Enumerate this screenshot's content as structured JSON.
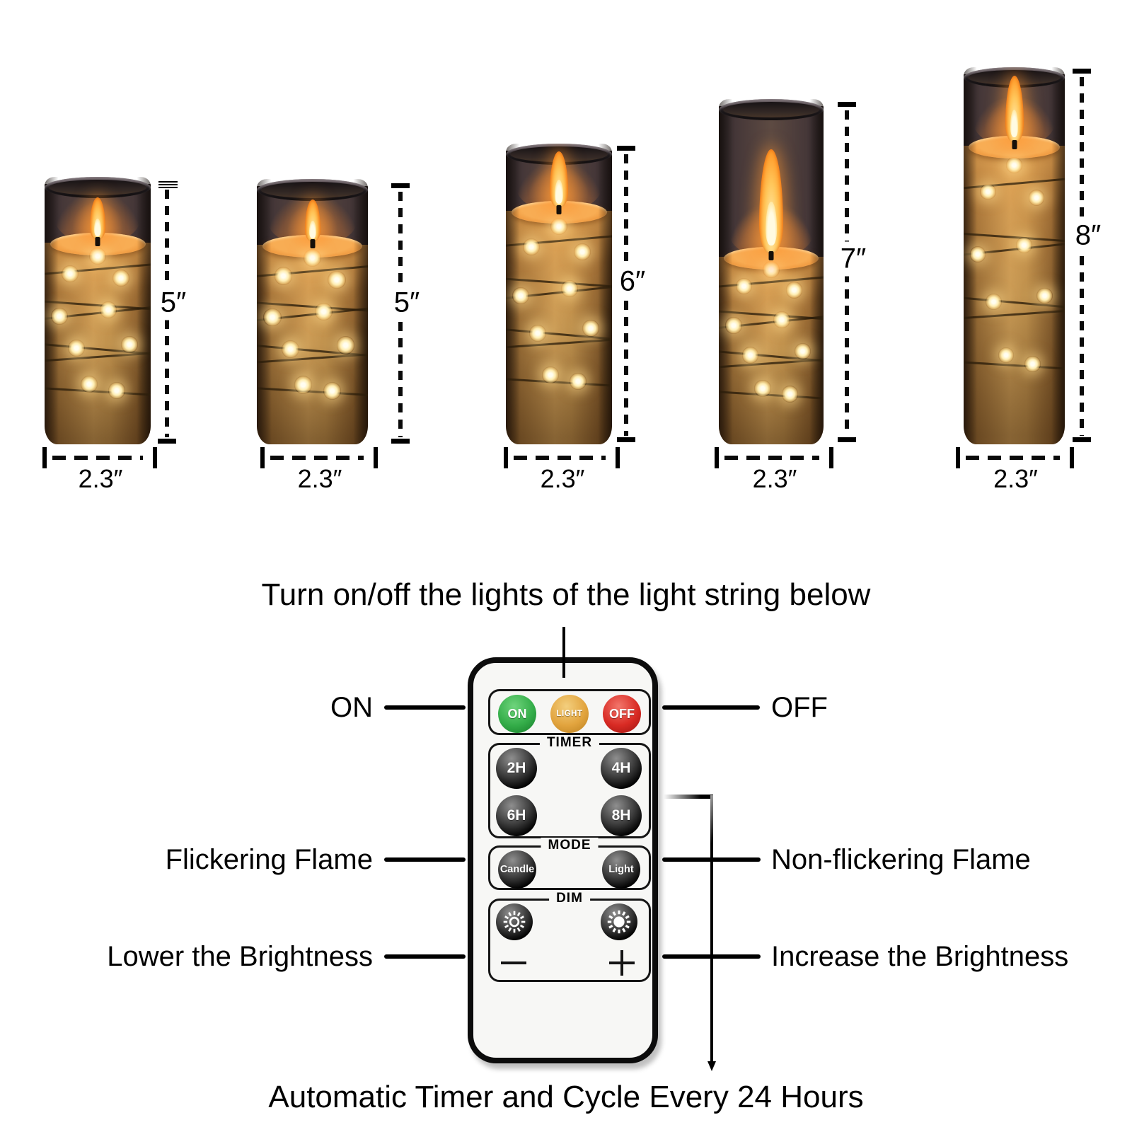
{
  "title": "Turn on/off the lights of the light string below",
  "footer_caption": "Automatic Timer and Cycle Every 24 Hours",
  "candles": [
    {
      "height_label": "5″",
      "width_label": "2.3″"
    },
    {
      "height_label": "5″",
      "width_label": "2.3″"
    },
    {
      "height_label": "6″",
      "width_label": "2.3″"
    },
    {
      "height_label": "7″",
      "width_label": "2.3″"
    },
    {
      "height_label": "8″",
      "width_label": "2.3″"
    }
  ],
  "remote": {
    "power_buttons": [
      {
        "label": "ON",
        "color_center": "#6fd47c",
        "color_mid": "#34ad49",
        "color_edge": "#157a28"
      },
      {
        "label": "LIGHT",
        "color_center": "#f3cf7e",
        "color_mid": "#e2a43e",
        "color_edge": "#b97f1f"
      },
      {
        "label": "OFF",
        "color_center": "#f2766b",
        "color_mid": "#d92b24",
        "color_edge": "#99110e"
      }
    ],
    "timer": {
      "label": "TIMER",
      "buttons": [
        "2H",
        "4H",
        "6H",
        "8H"
      ]
    },
    "mode": {
      "label": "MODE",
      "buttons": [
        "Candle",
        "Light"
      ]
    },
    "dim": {
      "label": "DIM",
      "minus": "−",
      "plus": "+"
    }
  },
  "annotations": {
    "on": "ON",
    "off": "OFF",
    "flicker": "Flickering Flame",
    "nonflicker": "Non-flickering Flame",
    "lower": "Lower the Brightness",
    "increase": "Increase the Brightness"
  }
}
